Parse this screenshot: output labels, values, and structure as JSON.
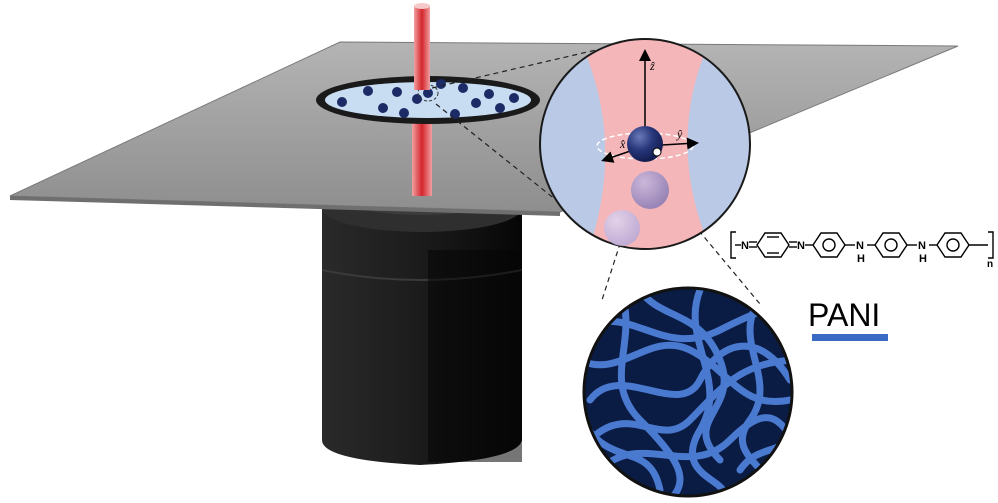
{
  "labels": {
    "axis_x": "x̂",
    "axis_y": "ŷ",
    "axis_z": "ẑ",
    "material": "PANI",
    "atom_n": "N",
    "atom_nh": "N",
    "atom_h": "H",
    "subscript_n": "n"
  },
  "colors": {
    "laser": "#e0383e",
    "laser_glow": "#f4b3b3",
    "particle": "#1c2a66",
    "fiber": "#4a7ad0",
    "fiber_bg": "#0b1c44",
    "zoom_bg": "#b9c9e6",
    "slide": "#9b9b9b",
    "objective": "#141414",
    "pani_bar": "#3a6bc4"
  },
  "scene": {
    "sample_particle_count": 14,
    "zoom_particles": 3
  }
}
